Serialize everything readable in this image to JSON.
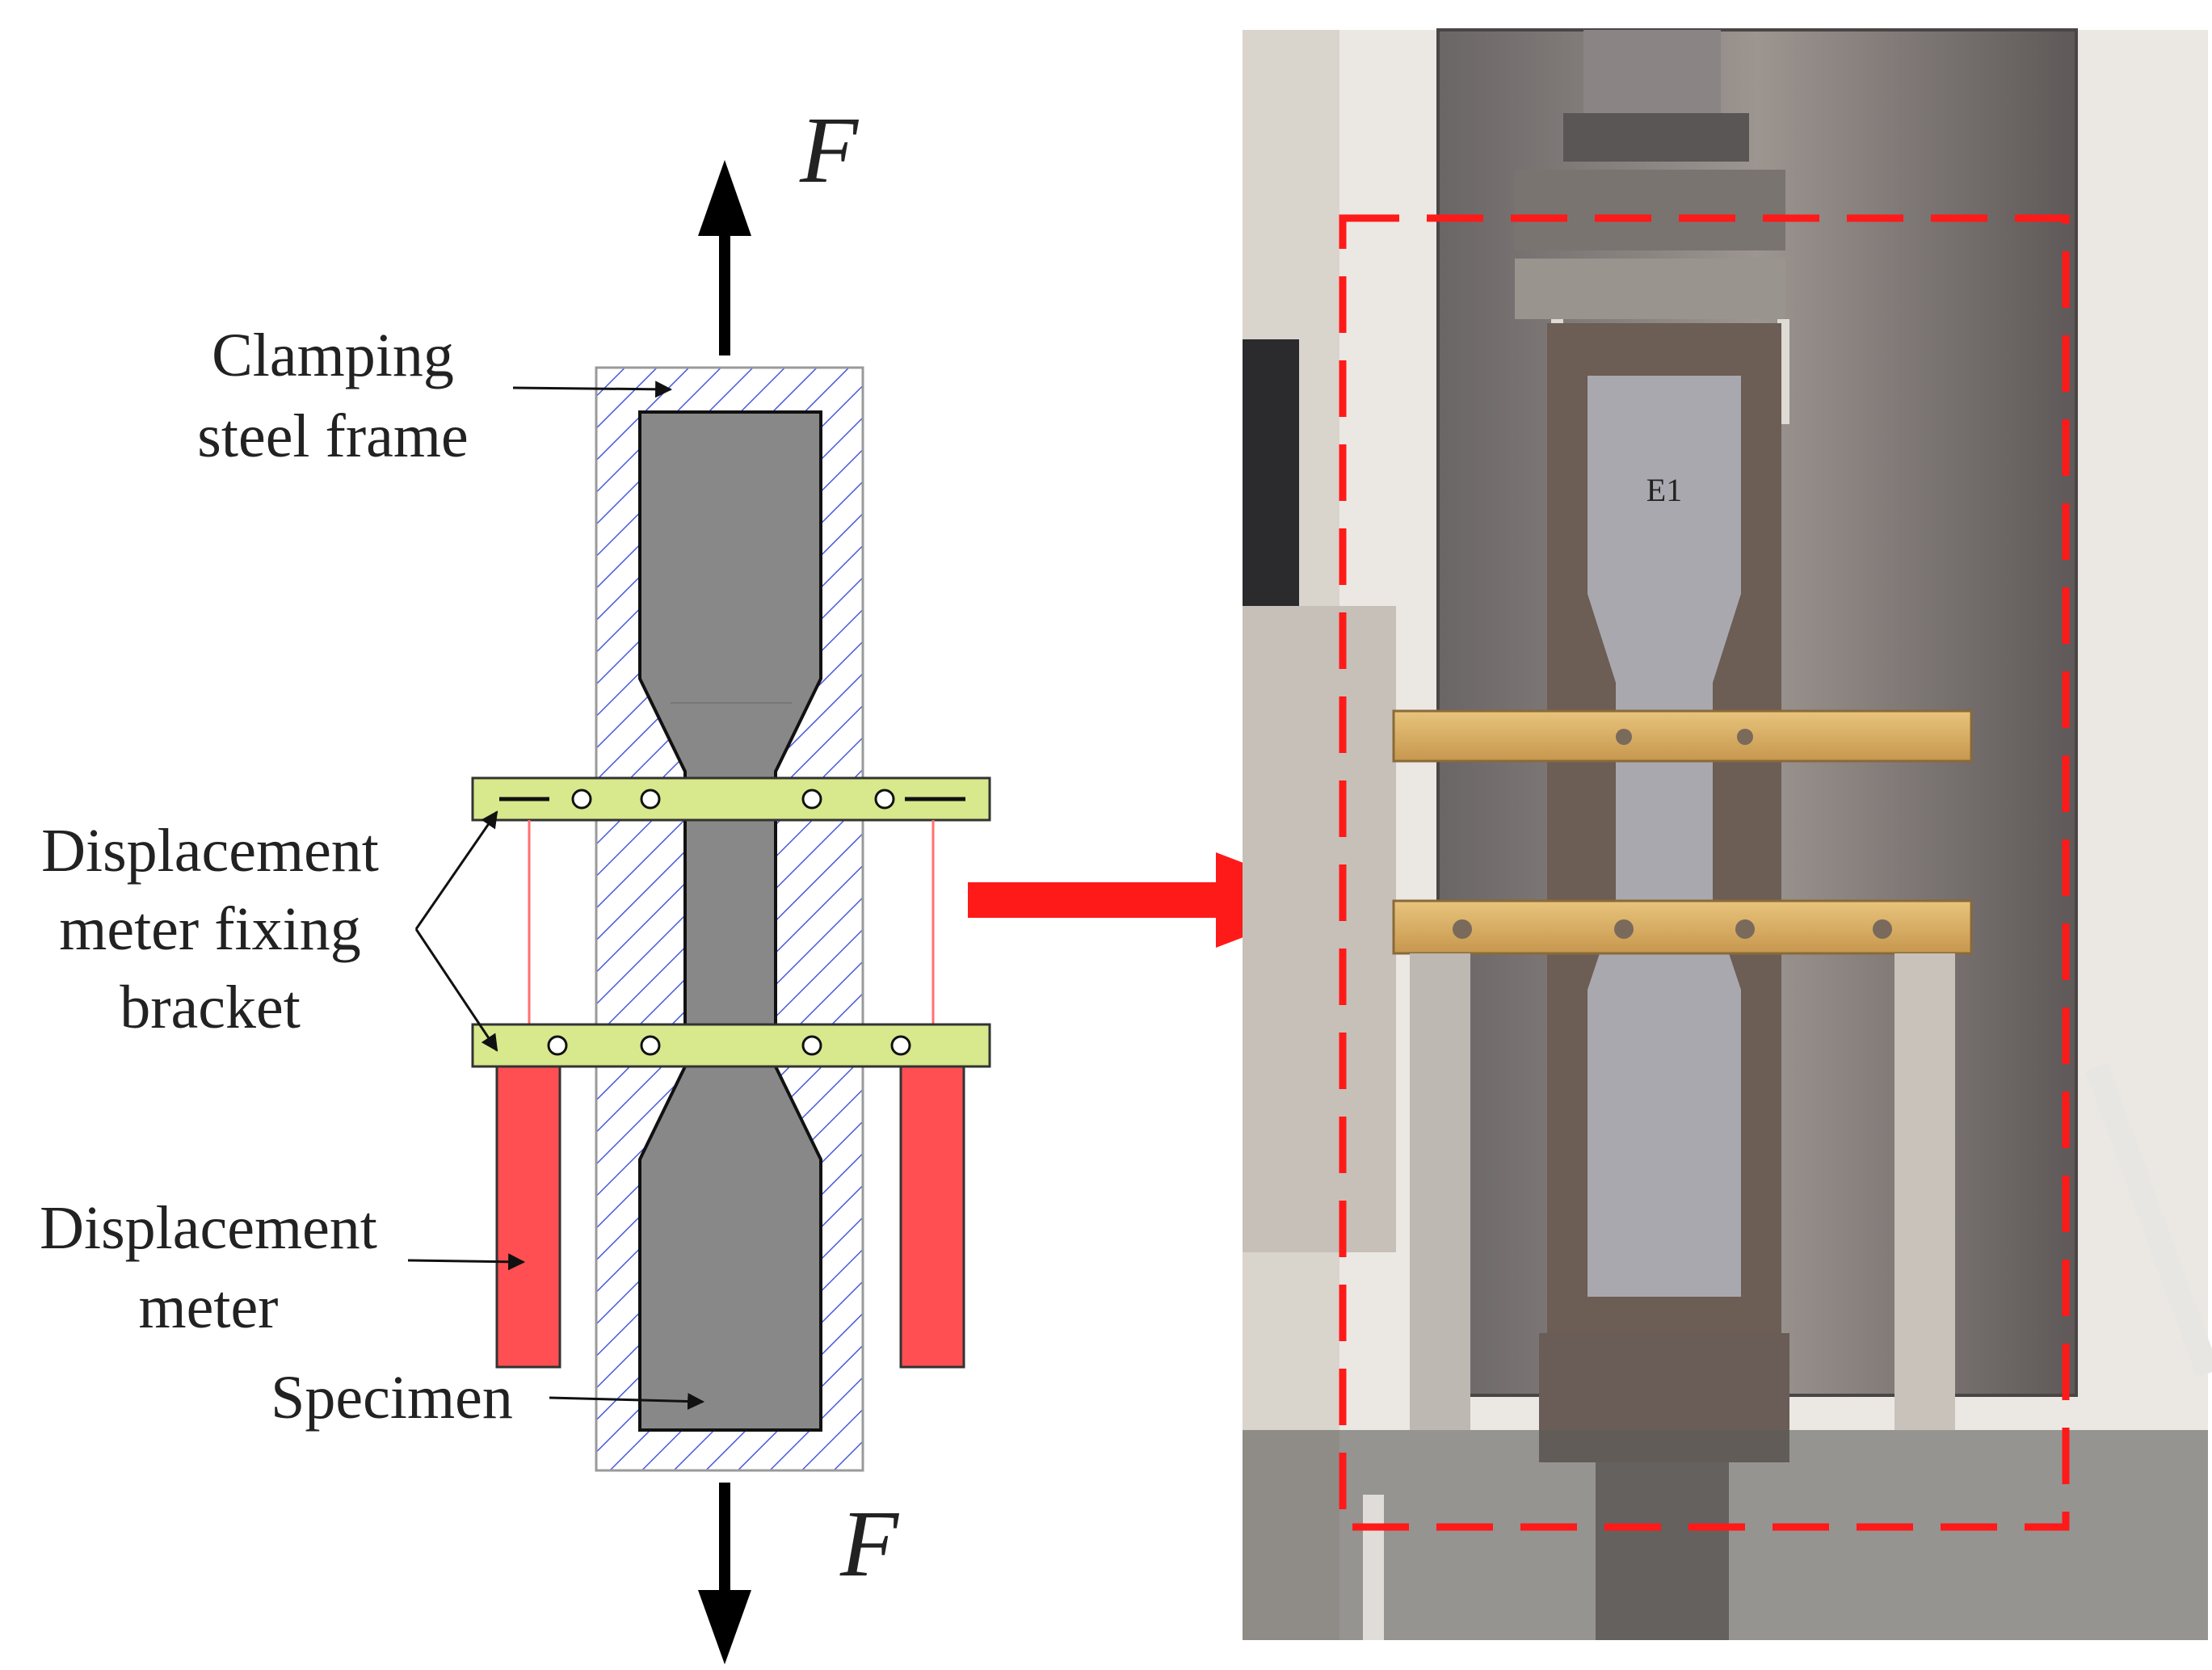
{
  "diagram": {
    "force_top": "F",
    "force_bottom": "F",
    "clamping_line1": "Clamping",
    "clamping_line2": "steel frame",
    "bracket_line1": "Displacement",
    "bracket_line2": "meter fixing",
    "bracket_line3": "bracket",
    "meter_line1": "Displacement",
    "meter_line2": "meter",
    "specimen": "Specimen",
    "photo_mark": "E1"
  },
  "colors": {
    "hatch": "#4a5ad6",
    "specimen": "#888888",
    "bracket": "#d8e88c",
    "meter": "#ff4f52",
    "highlight": "#ff1a1a"
  }
}
